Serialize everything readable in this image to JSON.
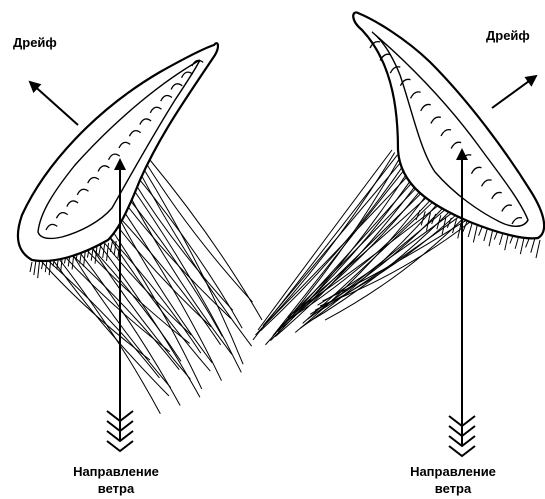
{
  "labels": {
    "drift_left": "Дрейф",
    "drift_right": "Дрейф",
    "wind_left_line1": "Направление",
    "wind_left_line2": "ветра",
    "wind_right_line1": "Направление",
    "wind_right_line2": "ветра"
  },
  "colors": {
    "ink": "#000000",
    "paper": "#ffffff"
  }
}
